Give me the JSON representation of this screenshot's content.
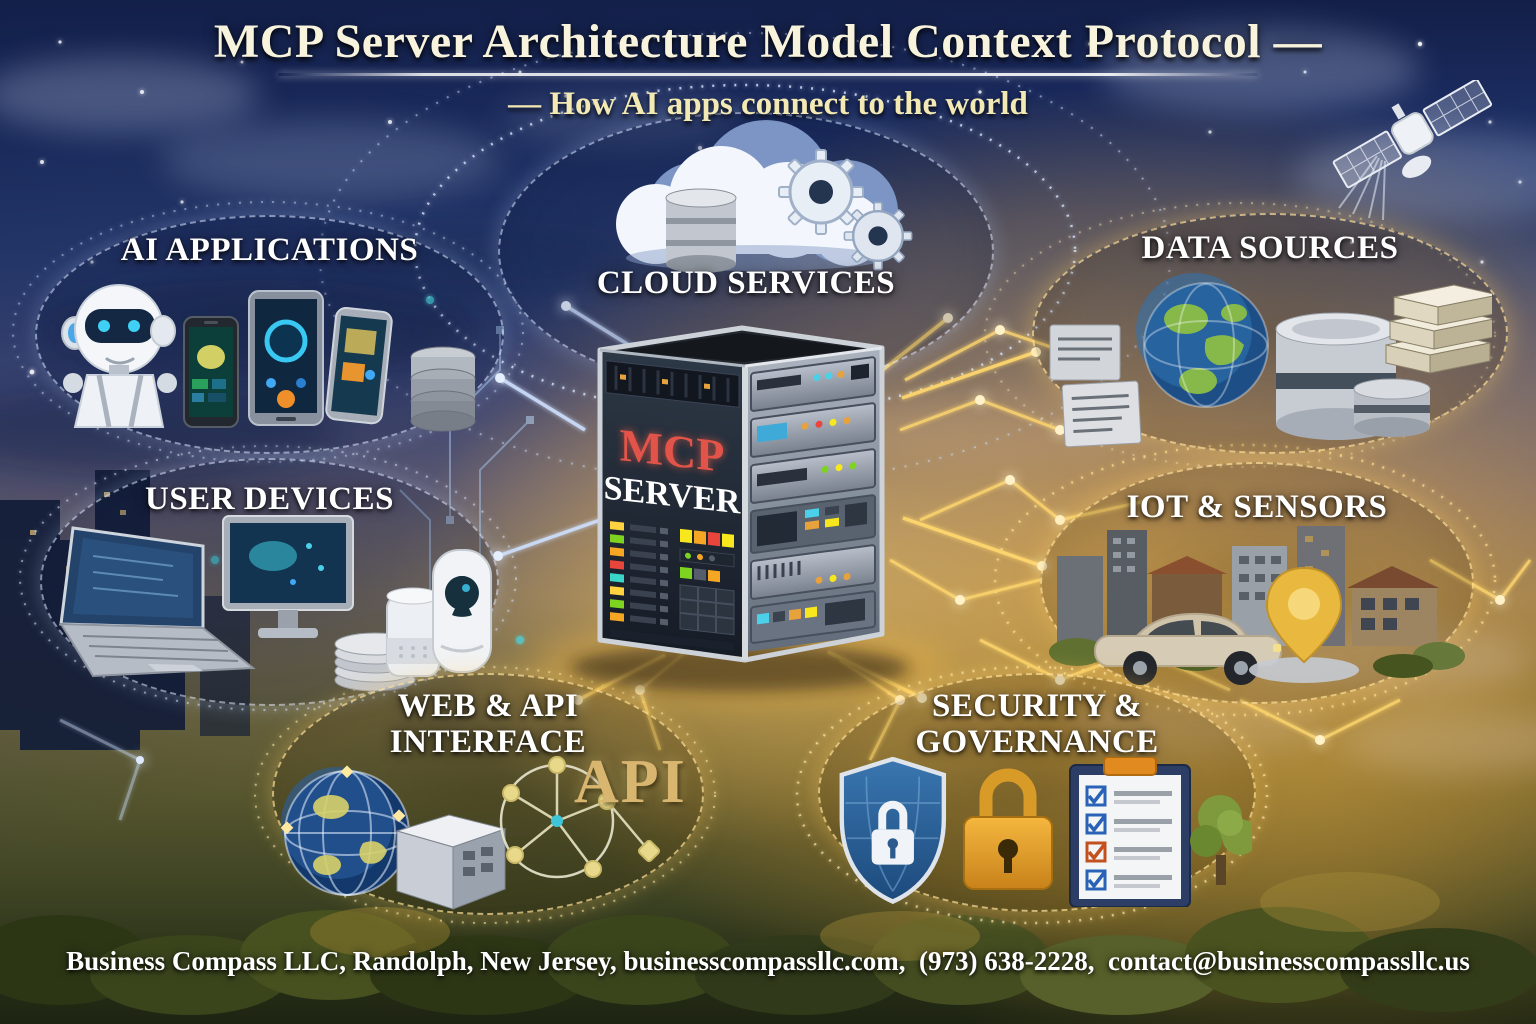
{
  "header": {
    "title": "MCP Server Architecture Model Context Protocol —",
    "subtitle": "— How AI apps connect to the world"
  },
  "center": {
    "server_line1": "MCP",
    "server_line2": "SERVER"
  },
  "nodes": {
    "ai_applications": {
      "label": "AI APPLICATIONS"
    },
    "cloud_services": {
      "label": "CLOUD SERVICES"
    },
    "data_sources": {
      "label": "DATA SOURCES"
    },
    "user_devices": {
      "label": "USER DEVICES"
    },
    "iot_sensors": {
      "label": "IOT & SENSORS"
    },
    "web_api": {
      "label_line1": "WEB & API",
      "label_line2": "INTERFACE",
      "api_badge": "API"
    },
    "security_governance": {
      "label_line1": "SECURITY &",
      "label_line2": "GOVERNANCE"
    }
  },
  "footer": {
    "text": "Business Compass LLC, Randolph, New Jersey, businesscompassllc.com,  (973) 638-2228,  contact@businesscompassllc.us"
  },
  "colors": {
    "sky_top": "#141f47",
    "gold_glow": "#f5b63f",
    "title_text": "#f8f3dc",
    "subtitle_text": "#f3e9b4",
    "node_label": "#ffffff",
    "mcp_red": "#e2544a",
    "server_white": "#ffffff",
    "api_gold": "#d9b670",
    "connection_gold": "#ffd76e",
    "connection_blue": "#cfe0ff"
  }
}
